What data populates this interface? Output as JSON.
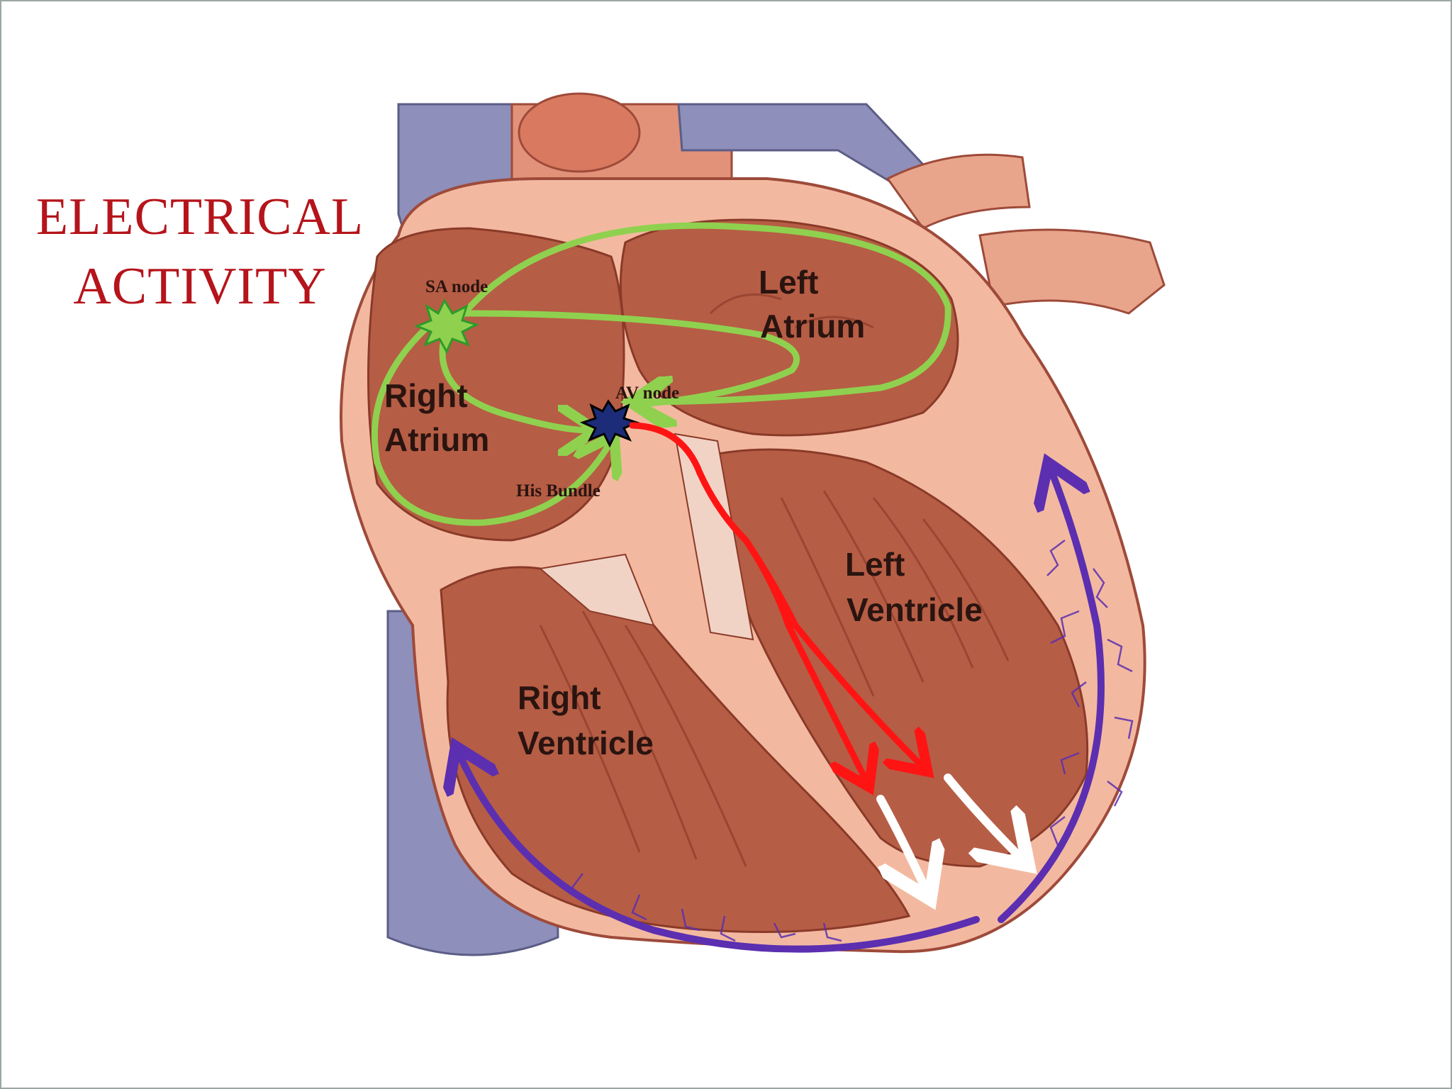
{
  "title_line1": "ELECTRICAL",
  "title_line2": "ACTIVITY",
  "labels": {
    "sa_node": "SA node",
    "av_node": "AV node",
    "his_bundle": "His Bundle",
    "left_atrium_1": "Left",
    "left_atrium_2": "Atrium",
    "right_atrium_1": "Right",
    "right_atrium_2": "Atrium",
    "left_ventricle_1": "Left",
    "left_ventricle_2": "Ventricle",
    "right_ventricle_1": "Right",
    "right_ventricle_2": "Ventricle"
  },
  "colors": {
    "title": "#b5141b",
    "sa_pathway": "#8fd14f",
    "bundle_branch": "#ff1414",
    "purkinje": "#5b2fb0",
    "septal_arrow": "#ffffff"
  }
}
